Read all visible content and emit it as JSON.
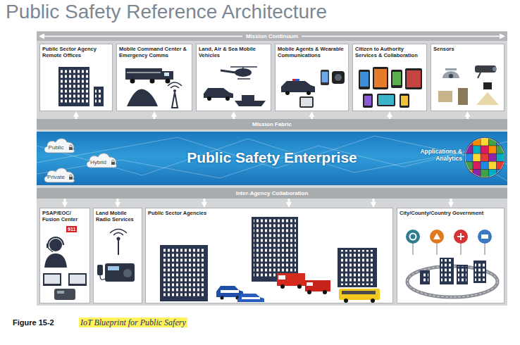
{
  "diagram": {
    "title": "Public Safety Reference Architecture",
    "caption": "IoT Blueprint for Public Safery",
    "nodes": [
      {
        "text": [
          "Mission Continuum"
        ]
      },
      {
        "text": [
          "Public Sector Agency Remote Offices"
        ]
      },
      {
        "text": [
          "Mobile Command Center & Emergency Comms"
        ]
      },
      {
        "text": [
          "Land, Air & Sea Mobile Vehicles"
        ]
      },
      {
        "text": [
          "Mobile Agents & Wearable Communications"
        ]
      },
      {
        "text": [
          "Citizen to Authority Services & Collaboration"
        ]
      },
      {
        "text": [
          "Sensors"
        ]
      },
      {
        "text": [
          "Mission Fabric"
        ]
      },
      {
        "text": [
          "Public Safety Enterprise",
          "Applications & Analytics"
        ]
      },
      {
        "text": [
          "Public"
        ],
        "in": 8
      },
      {
        "text": [
          "Hybrid"
        ],
        "in": 8
      },
      {
        "text": [
          "Private"
        ],
        "in": 8
      },
      {
        "text": [
          "Inter-Agency Collaboration"
        ]
      },
      {
        "text": [
          "PSAP/EOC/ Fusion Center"
        ]
      },
      {
        "text": [
          "Land Mobile Radio Services"
        ]
      },
      {
        "text": [
          "Public Sector Agencies"
        ]
      },
      {
        "text": [
          "City/County/Country Government"
        ]
      }
    ],
    "edges": [
      {
        "from": 7,
        "to": 1,
        "arrow": "to"
      },
      {
        "from": 7,
        "to": 2,
        "arrow": "to"
      },
      {
        "from": 7,
        "to": 3,
        "arrow": "to"
      },
      {
        "from": 7,
        "to": 4,
        "arrow": "to"
      },
      {
        "from": 7,
        "to": 5,
        "arrow": "to"
      },
      {
        "from": 7,
        "to": 6,
        "arrow": "to"
      },
      {
        "from": 12,
        "to": 13,
        "arrow": "to"
      },
      {
        "from": 12,
        "to": 14,
        "arrow": "to"
      },
      {
        "from": 12,
        "to": 15,
        "arrow": "to"
      },
      {
        "from": 12,
        "to": 15,
        "arrow": "to"
      },
      {
        "from": 12,
        "to": 15,
        "arrow": "to"
      },
      {
        "from": 12,
        "to": 16,
        "arrow": "to"
      }
    ],
    "labels": [
      "911",
      "Figure 15-2"
    ]
  }
}
